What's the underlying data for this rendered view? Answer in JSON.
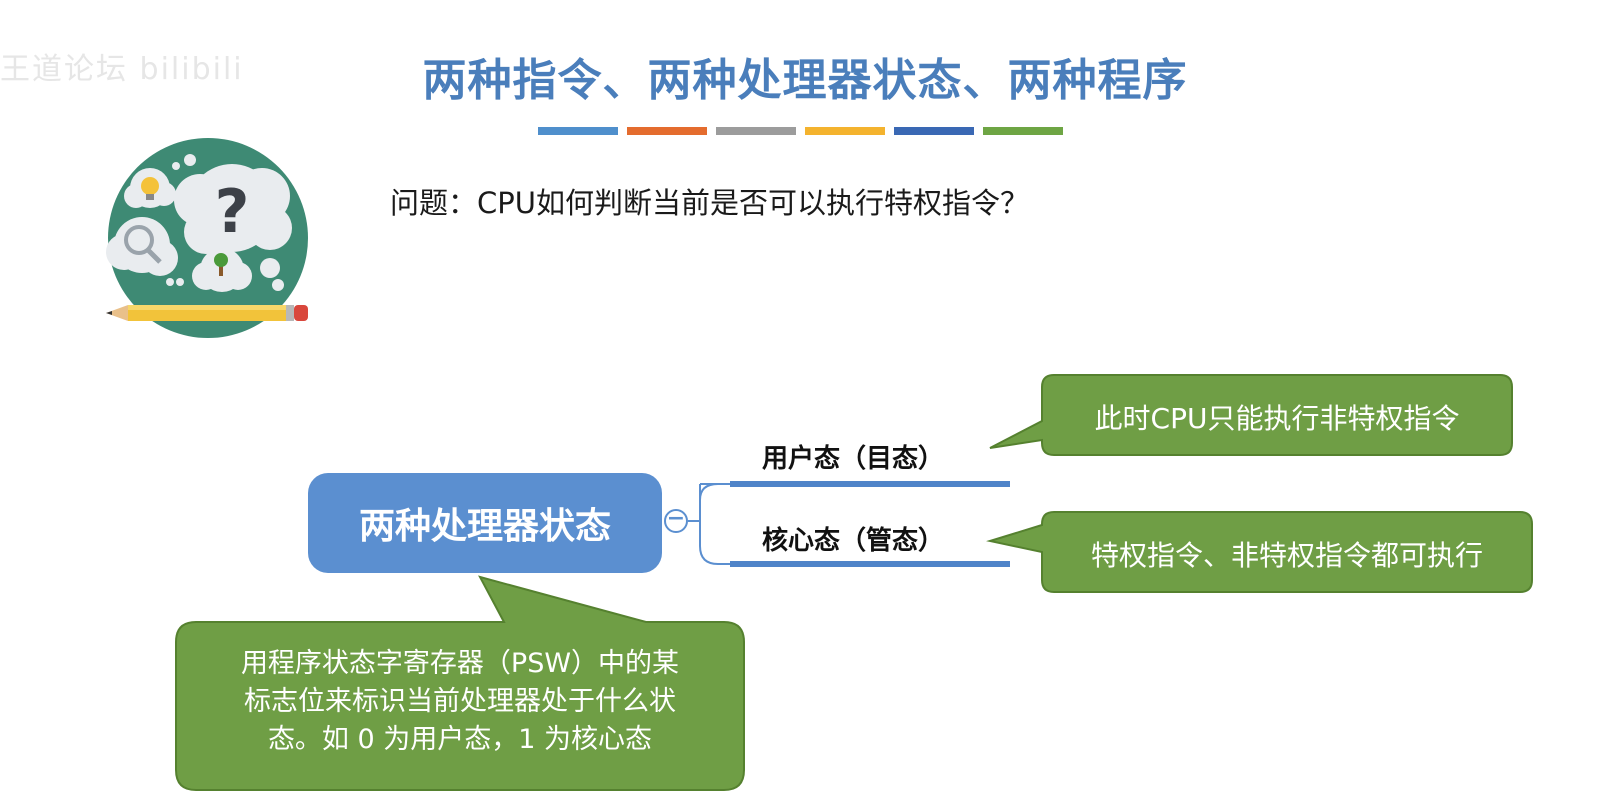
{
  "watermark": {
    "text": "王道论坛 bilibili"
  },
  "header": {
    "title": "两种指令、两种处理器状态、两种程序",
    "color_bars": [
      "#4f8fcc",
      "#e46c2e",
      "#9c9c9c",
      "#f4b32e",
      "#3a68b4",
      "#6ea544"
    ]
  },
  "question": {
    "text": "问题：CPU如何判断当前是否可以执行特权指令？"
  },
  "illustration": {
    "icon": "thinking-clouds-pencil-icon"
  },
  "mindmap": {
    "center": {
      "label": "两种处理器状态"
    },
    "collapse_icon": "minus-circle-icon",
    "branches": [
      {
        "label": "用户态（目态）",
        "note": "此时CPU只能执行非特权指令"
      },
      {
        "label": "核心态（管态）",
        "note": "特权指令、非特权指令都可执行"
      }
    ],
    "center_note": {
      "line1": "用程序状态字寄存器（PSW）中的某",
      "line2": "标志位来标识当前处理器处于什么状",
      "line3": "态。如 0 为用户态，1 为核心态"
    }
  },
  "colors": {
    "title": "#4a7ebb",
    "node_blue": "#5b8fd0",
    "callout_green": "#6f9e45",
    "callout_border": "#55812f",
    "illustration_bg": "#3e8a74"
  }
}
